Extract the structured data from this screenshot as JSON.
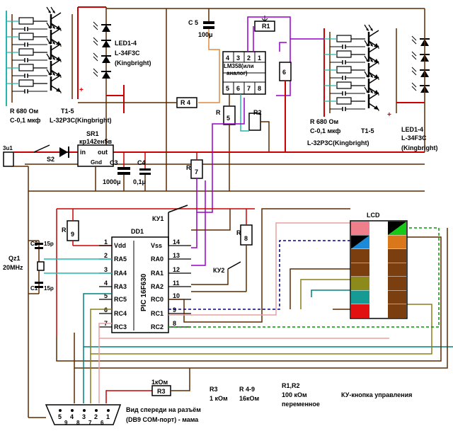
{
  "labels": {
    "led_left_1": "LED1-4",
    "led_left_2": "L-34F3C",
    "led_left_3": "(Kingbright)",
    "c5_name": "C 5",
    "c5_val": "100μ",
    "r1": "R1",
    "lm358_1": "LM358(или",
    "lm358_2": "аналог)",
    "r6": "6",
    "r4": "R 4",
    "r5": "R",
    "r5_num": "5",
    "r2": "R2",
    "plus_left": "+",
    "plus_right": "+",
    "r_left_1": "R 680  Ом",
    "r_left_2": "С-0,1 мкф",
    "t_left_1": "T1-5",
    "t_left_2": "L-32P3C(Kingbright)",
    "r_right_1": "R 680  Ом",
    "r_right_2": "С-0,1 мкф",
    "t_right_1": "T1-5",
    "t_right_2": "L-32P3C(Kingbright)",
    "led_right_1": "LED1-4",
    "led_right_2": "L-34F3C",
    "led_right_3": "(Kingbright)",
    "batt": "3u1",
    "s2": "S2",
    "sr1_1": "SR1",
    "sr1_2": "кр142ен5в",
    "sr1_in": "in",
    "sr1_out": "out",
    "sr1_gnd": "Gnd",
    "c3": "C3",
    "c3_val": "1000μ",
    "c4": "C4",
    "c4_val": "0,1μ",
    "r7": "R",
    "r7_num": "7",
    "ku1": "КУ1",
    "r9": "R",
    "r9_num": "9",
    "dd1": "DD1",
    "pic": "PIC 16F630",
    "lcd": "LCD",
    "r8": "R",
    "r8_num": "8",
    "c2": "C2",
    "c2_val": "15p",
    "qz1_1": "Qz1",
    "qz1_2": "20MHz",
    "c1": "C1",
    "c1_val": "15p",
    "ku2": "КУ2",
    "r3_name": "R3",
    "r3_val": "1кОм",
    "db9_1": "Вид спереди на разъём",
    "db9_2": "(DB9 COM-порт) - мама",
    "leg_r3_1": "R3",
    "leg_r3_2": "1 кОм",
    "leg_r49_1": "R 4-9",
    "leg_r49_2": "16кОм",
    "leg_r12_1": "R1,R2",
    "leg_r12_2": "100 кОм",
    "leg_r12_3": "переменное",
    "leg_ku": "КУ-кнопка управления"
  },
  "op_pins_top": [
    "4",
    "3",
    "2",
    "1"
  ],
  "op_pins_bottom": [
    "5",
    "6",
    "7",
    "8"
  ],
  "pic_left_pins": [
    {
      "num": "1",
      "name": "Vdd"
    },
    {
      "num": "2",
      "name": "RA5"
    },
    {
      "num": "3",
      "name": "RA4"
    },
    {
      "num": "4",
      "name": "RA3"
    },
    {
      "num": "5",
      "name": "RC5"
    },
    {
      "num": "6",
      "name": "RC4"
    },
    {
      "num": "7",
      "name": "RC3"
    }
  ],
  "pic_right_pins": [
    {
      "num": "14",
      "name": "Vss"
    },
    {
      "num": "13",
      "name": "RA0"
    },
    {
      "num": "12",
      "name": "RA1"
    },
    {
      "num": "11",
      "name": "RA2"
    },
    {
      "num": "10",
      "name": "RC0"
    },
    {
      "num": "9",
      "name": "RC1"
    },
    {
      "num": "8",
      "name": "RC2"
    }
  ],
  "db9_pins_top": [
    "5",
    "4",
    "3",
    "2",
    "1"
  ],
  "db9_pins_bottom": [
    "9",
    "8",
    "7",
    "6"
  ],
  "colors": {
    "wire_dark": "#5a2a00",
    "wire_red": "#cc0000",
    "wire_cyan": "#22b8b0",
    "wire_purple": "#9900cc",
    "wire_orange": "#e08a40",
    "wire_pink": "#e8a0a0",
    "wire_olive": "#8b7d1a",
    "wire_green": "#009900",
    "wire_navy": "#000080",
    "wire_teal": "#008080",
    "lcd_pink": "#ef7f8a",
    "lcd_blue": "#1c8ad6",
    "lcd_brown": "#7a3e0f",
    "lcd_olive": "#8b8a1a",
    "lcd_teal": "#169b94",
    "lcd_red": "#e21010",
    "lcd_green": "#18c818",
    "lcd_orange": "#d9771a"
  }
}
